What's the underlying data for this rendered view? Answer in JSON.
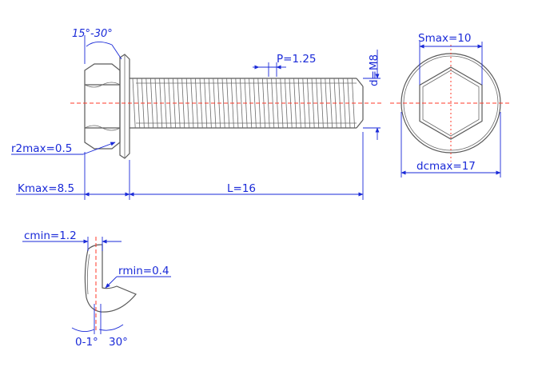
{
  "labels": {
    "angle_head": "15°-30°",
    "pitch": "P=1.25",
    "thread": "d=M8",
    "s_max": "Smax=10",
    "r2_max": "r2max=0.5",
    "k_max": "Kmax=8.5",
    "length": "L=16",
    "dc_max": "dcmax=17",
    "c_min": "cmin=1.2",
    "r_min": "rmin=0.4",
    "angle_flange": "0-1°",
    "angle_flange_2": "30°"
  },
  "colors": {
    "dimension": "#1a2ad8",
    "centerline": "#ff3a2a",
    "outline": "#5a5a5a"
  }
}
